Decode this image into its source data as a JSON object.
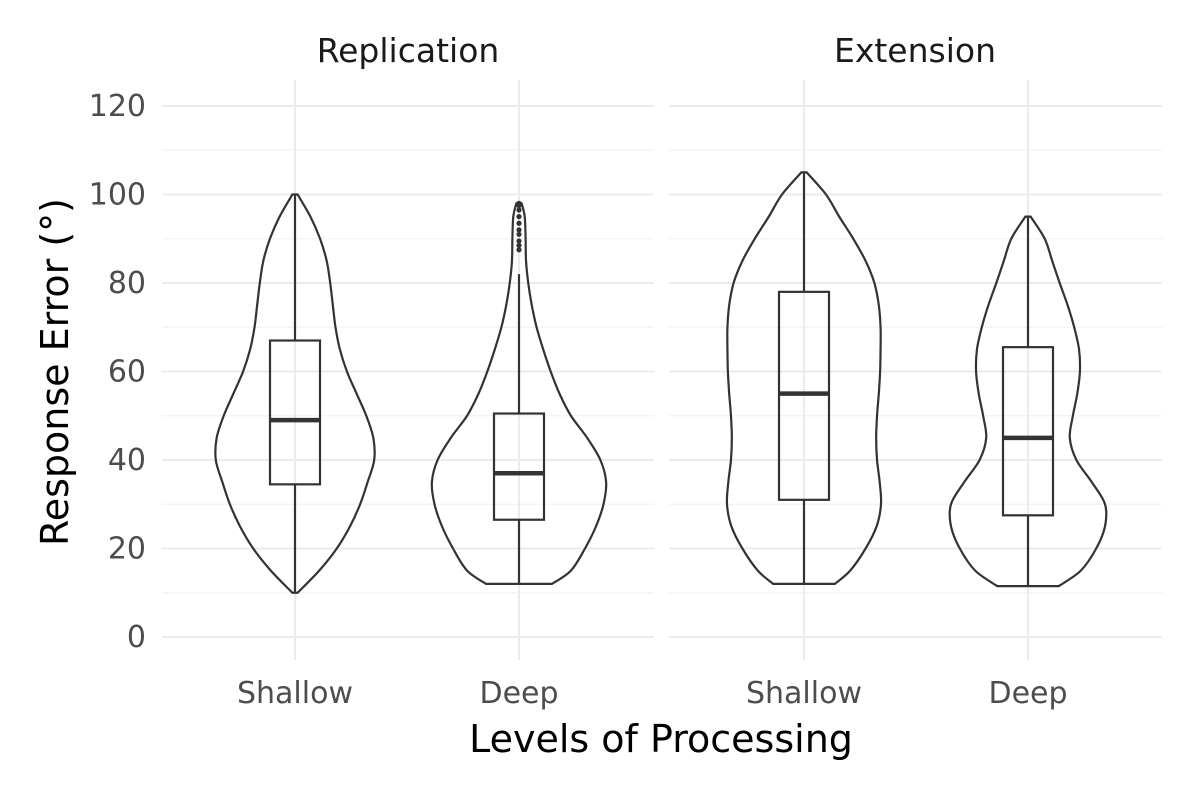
{
  "chart_data": {
    "type": "violin",
    "xlabel": "Levels of Processing",
    "ylabel": "Response Error (°)",
    "ylim": [
      0,
      120
    ],
    "yticks": [
      0,
      20,
      40,
      60,
      80,
      100,
      120
    ],
    "grid": true,
    "legend": "none",
    "panels": [
      {
        "title": "Replication",
        "categories": [
          "Shallow",
          "Deep"
        ],
        "groups": [
          {
            "category": "Shallow",
            "min": 10,
            "q1": 34.5,
            "median": 49,
            "q3": 67,
            "max": 100,
            "outliers": [],
            "density_width": [
              [
                10,
                0.06
              ],
              [
                15,
                0.55
              ],
              [
                20,
                0.95
              ],
              [
                25,
                1.25
              ],
              [
                30,
                1.48
              ],
              [
                35,
                1.65
              ],
              [
                40,
                1.8
              ],
              [
                45,
                1.78
              ],
              [
                50,
                1.62
              ],
              [
                55,
                1.4
              ],
              [
                60,
                1.18
              ],
              [
                65,
                1.02
              ],
              [
                70,
                0.92
              ],
              [
                75,
                0.86
              ],
              [
                80,
                0.8
              ],
              [
                85,
                0.72
              ],
              [
                90,
                0.57
              ],
              [
                95,
                0.35
              ],
              [
                100,
                0.06
              ]
            ]
          },
          {
            "category": "Deep",
            "min": 12,
            "q1": 26.5,
            "median": 37,
            "q3": 50.5,
            "max": 82,
            "outliers": [
              87.5,
              88.5,
              89.5,
              91,
              92,
              93.5,
              95,
              96.5,
              97.5,
              98
            ],
            "density_width": [
              [
                12,
                0.75
              ],
              [
                15,
                1.18
              ],
              [
                20,
                1.5
              ],
              [
                25,
                1.75
              ],
              [
                30,
                1.92
              ],
              [
                35,
                1.98
              ],
              [
                40,
                1.85
              ],
              [
                45,
                1.55
              ],
              [
                50,
                1.18
              ],
              [
                55,
                0.92
              ],
              [
                60,
                0.72
              ],
              [
                65,
                0.55
              ],
              [
                70,
                0.4
              ],
              [
                75,
                0.29
              ],
              [
                80,
                0.21
              ],
              [
                85,
                0.16
              ],
              [
                90,
                0.15
              ],
              [
                95,
                0.13
              ],
              [
                98,
                0.06
              ]
            ]
          }
        ]
      },
      {
        "title": "Extension",
        "categories": [
          "Shallow",
          "Deep"
        ],
        "groups": [
          {
            "category": "Shallow",
            "min": 12,
            "q1": 31,
            "median": 55,
            "q3": 78,
            "max": 105,
            "outliers": [],
            "density_width": [
              [
                12,
                0.7
              ],
              [
                15,
                1.05
              ],
              [
                20,
                1.4
              ],
              [
                25,
                1.65
              ],
              [
                30,
                1.75
              ],
              [
                35,
                1.72
              ],
              [
                40,
                1.66
              ],
              [
                45,
                1.64
              ],
              [
                50,
                1.66
              ],
              [
                55,
                1.7
              ],
              [
                60,
                1.73
              ],
              [
                65,
                1.74
              ],
              [
                70,
                1.74
              ],
              [
                75,
                1.7
              ],
              [
                80,
                1.6
              ],
              [
                85,
                1.4
              ],
              [
                90,
                1.12
              ],
              [
                95,
                0.8
              ],
              [
                100,
                0.5
              ],
              [
                105,
                0.06
              ]
            ]
          },
          {
            "category": "Deep",
            "min": 11.5,
            "q1": 27.5,
            "median": 45,
            "q3": 65.5,
            "max": 95,
            "outliers": [],
            "density_width": [
              [
                11.5,
                0.7
              ],
              [
                15,
                1.2
              ],
              [
                20,
                1.55
              ],
              [
                25,
                1.75
              ],
              [
                30,
                1.75
              ],
              [
                35,
                1.45
              ],
              [
                40,
                1.1
              ],
              [
                45,
                0.95
              ],
              [
                50,
                1.02
              ],
              [
                55,
                1.12
              ],
              [
                60,
                1.18
              ],
              [
                65,
                1.16
              ],
              [
                70,
                1.05
              ],
              [
                75,
                0.9
              ],
              [
                80,
                0.72
              ],
              [
                85,
                0.55
              ],
              [
                90,
                0.38
              ],
              [
                95,
                0.06
              ]
            ]
          }
        ]
      }
    ]
  }
}
